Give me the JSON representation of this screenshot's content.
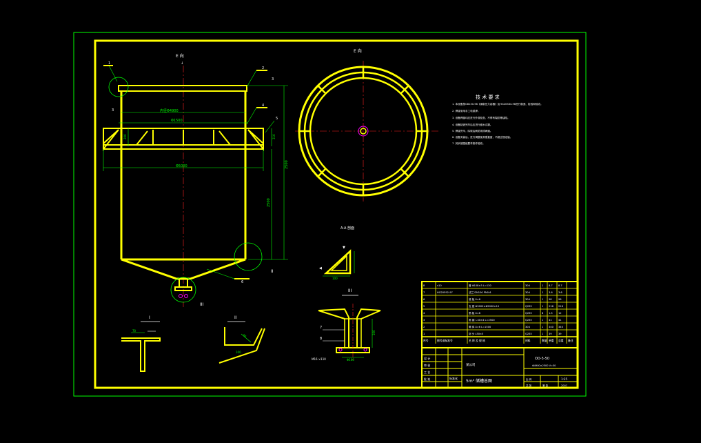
{
  "colors": {
    "background": "#000000",
    "frame_outer": "#00ff00",
    "frame_inner": "#ffff00",
    "centerline": "#ff2020",
    "dimension": "#00ff00",
    "text": "#ffffff"
  },
  "views": {
    "front_view_label": "E 向",
    "top_view_label": "E 向",
    "detail_i_label": "I",
    "detail_ii_label": "II",
    "detail_iii_label": "III",
    "section_label": "A-A 剖面"
  },
  "balloons": {
    "b1": "1",
    "b2": "2",
    "b3": "3",
    "b4": "4",
    "b5": "5",
    "b6": "6",
    "b7": "7",
    "b8": "8"
  },
  "dimensions": {
    "d_inner_top": "内径Φ4900",
    "d_4100": "Φ1500",
    "d_bottom": "Φ5000",
    "h_total": "2500",
    "h_shell": "2500",
    "h_side": "310",
    "h_ring": "200",
    "d_detail1": "70",
    "d_detail2": "60",
    "d_detail3": "Φ100",
    "d_detail4": "M16 ×110",
    "d_detail5": "100",
    "d_section": "100"
  },
  "tech_notes": {
    "title": "技 术 要 求",
    "items": [
      "1. 本设备按GB150-98《钢制压力容器》及HG20584-98进行制造、检验和验收。",
      "2. 焊接采用手工电弧焊。",
      "3. 设备焊缝均应进行外观检查，不得有裂纹等缺陷。",
      "4. 设备制造完毕后应进行盛水试漏。",
      "5. 焊接完毕，除锈后刷防锈漆两遍。",
      "6. 设备安装后，进行调整使其垂直度，不超过规定值。",
      "7. 其余按图纸要求制作验收。"
    ]
  },
  "bom": {
    "headers": [
      "序号",
      "图号或标准号",
      "名 称 及 规 格",
      "材料",
      "数量",
      "单重",
      "总重",
      "备注"
    ],
    "rows": [
      [
        "8",
        "v10",
        "管 Φ108×3 L=130",
        "304",
        "1",
        "8.7",
        "8.7"
      ],
      [
        "7",
        "HG20592-97",
        "法兰 DN100 PN0.6",
        "304",
        "1",
        "3.6",
        "3.6"
      ],
      [
        "6",
        "",
        "底 板 δ=6",
        "304",
        "1",
        "98",
        "98"
      ],
      [
        "5",
        "",
        "支 座 Φ3000×Φ5000×10",
        "Q235",
        "1",
        "216",
        "216"
      ],
      [
        "4",
        "",
        "筋 板 δ=8",
        "Q235",
        "8",
        "1.5",
        "12"
      ],
      [
        "3",
        "",
        "角 钢 ∟40×4 L=2500",
        "Q235",
        "1",
        "41",
        "41"
      ],
      [
        "2",
        "",
        "筒 体 δ=6 L=1500",
        "304",
        "1",
        "340",
        "340"
      ],
      [
        "1",
        "",
        "封 头 L50×5",
        "Q235",
        "1",
        "39",
        "39"
      ]
    ]
  },
  "title_block": {
    "labels": [
      "设 计",
      "审 核",
      "工 艺",
      "批 准"
    ],
    "company": "某公司",
    "code": "OD-5-50",
    "spec": "Φ4900×2500 V=50",
    "drawing_title": "5m³ 储槽总图",
    "scale_label": "比 例",
    "scale_value": "1:25",
    "sheet_label": "共 张",
    "sheet_no": "第 张",
    "date": "2007",
    "std": "标准化"
  }
}
